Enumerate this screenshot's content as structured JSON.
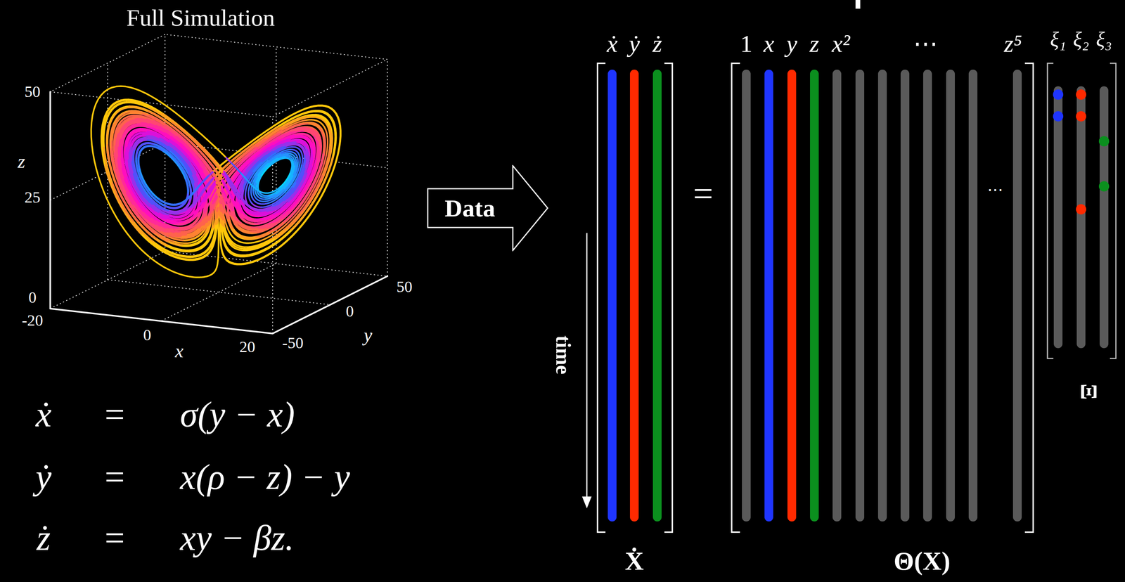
{
  "diagram": {
    "nodes": [
      {
        "text": [
          "Data"
        ]
      }
    ],
    "labels": [
      "Full Simulation",
      "50",
      "z",
      "25",
      "0",
      "-20",
      "0",
      "x",
      "20",
      "-50",
      "0",
      "y",
      "50",
      "ẋ",
      "=",
      "σ(y − x)",
      "ẏ",
      "=",
      "x(ρ − z) − y",
      "ż",
      "=",
      "xy − βz.",
      "ẋ",
      "ẏ",
      "ż",
      "time",
      "Ẋ",
      "=",
      "1",
      "x",
      "y",
      "z",
      "x²",
      "⋯",
      "z⁵",
      "⋯",
      "Θ(X)",
      "ξ₁",
      "ξ₂",
      "ξ₃",
      "Ξ"
    ]
  }
}
